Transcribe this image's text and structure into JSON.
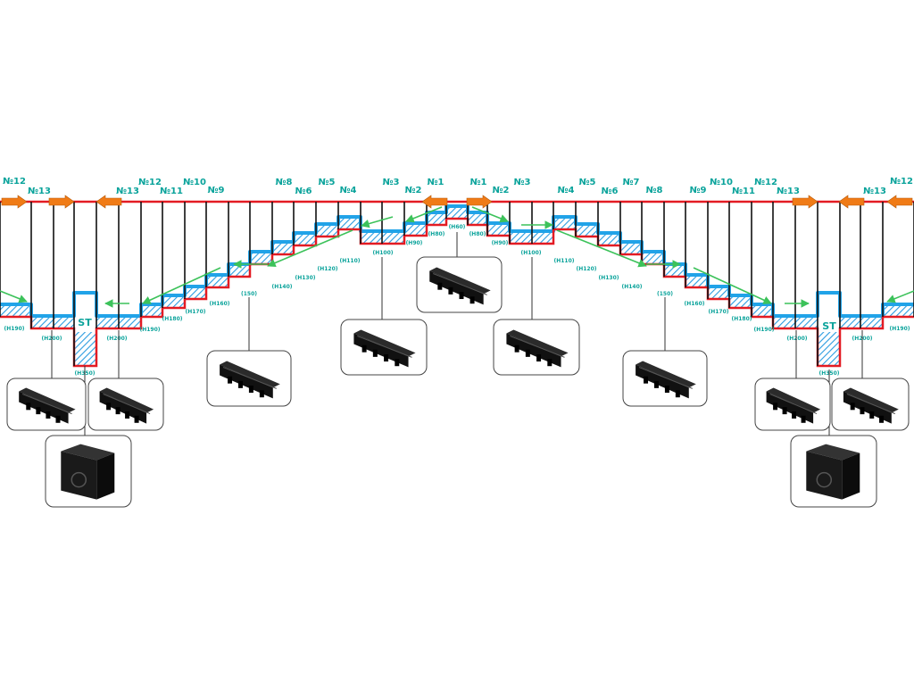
{
  "colors": {
    "outline": "#e31b23",
    "water": "#21a3e8",
    "hatch": "#2a9be0",
    "flow_arrow": "#3cc25a",
    "orange_arrow": "#f07b16",
    "label": "#0aa39b",
    "stroke": "#111111",
    "box_border": "#444444"
  },
  "left_numbers": [
    "№12",
    "№13",
    "№13",
    "№12",
    "№11",
    "№10",
    "№9",
    "№8",
    "№6",
    "№5",
    "№4",
    "№3",
    "№2",
    "№1"
  ],
  "right_numbers": [
    "№1",
    "№2",
    "№3",
    "№4",
    "№5",
    "№6",
    "№7",
    "№8",
    "№9",
    "№10",
    "№11",
    "№12",
    "№13",
    "№13",
    "№12"
  ],
  "left_heights": [
    "(H190)",
    "(H200)",
    "(H350)",
    "(H200)",
    "(H190)",
    "(H180)",
    "(H170)",
    "(H160)",
    "(150)",
    "(H140)",
    "(H130)",
    "(H120)",
    "(H110)",
    "(H100)",
    "(H90)",
    "(H80)"
  ],
  "center_height": "(H60)",
  "right_heights": [
    "(H80)",
    "(H90)",
    "(H100)",
    "(H110)",
    "(H120)",
    "(H130)",
    "(H140)",
    "(150)",
    "(H160)",
    "(H170)",
    "(H180)",
    "(H190)",
    "(H200)",
    "(H350)",
    "(H200)",
    "(H190)"
  ],
  "st_labels": [
    "ST",
    "ST"
  ],
  "product_icons": [
    "channel-icon",
    "sandtrap-icon"
  ]
}
